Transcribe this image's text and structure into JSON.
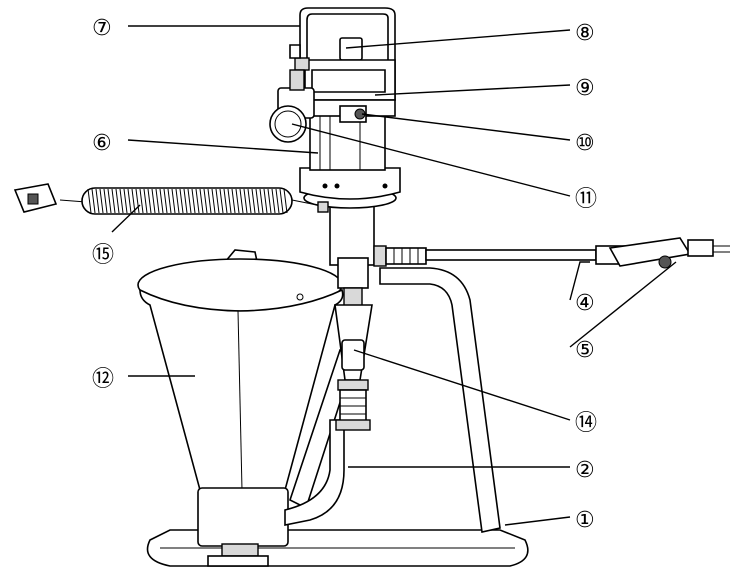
{
  "callouts": [
    {
      "id": "7",
      "label": "⑦"
    },
    {
      "id": "8",
      "label": "⑧"
    },
    {
      "id": "9",
      "label": "⑨"
    },
    {
      "id": "10",
      "label": "⑩"
    },
    {
      "id": "6",
      "label": "⑥"
    },
    {
      "id": "11",
      "label": "⑪"
    },
    {
      "id": "15",
      "label": "⑮"
    },
    {
      "id": "4",
      "label": "④"
    },
    {
      "id": "5",
      "label": "⑤"
    },
    {
      "id": "12",
      "label": "⑫"
    },
    {
      "id": "14",
      "label": "⑭"
    },
    {
      "id": "2",
      "label": "②"
    },
    {
      "id": "1",
      "label": "①"
    }
  ]
}
